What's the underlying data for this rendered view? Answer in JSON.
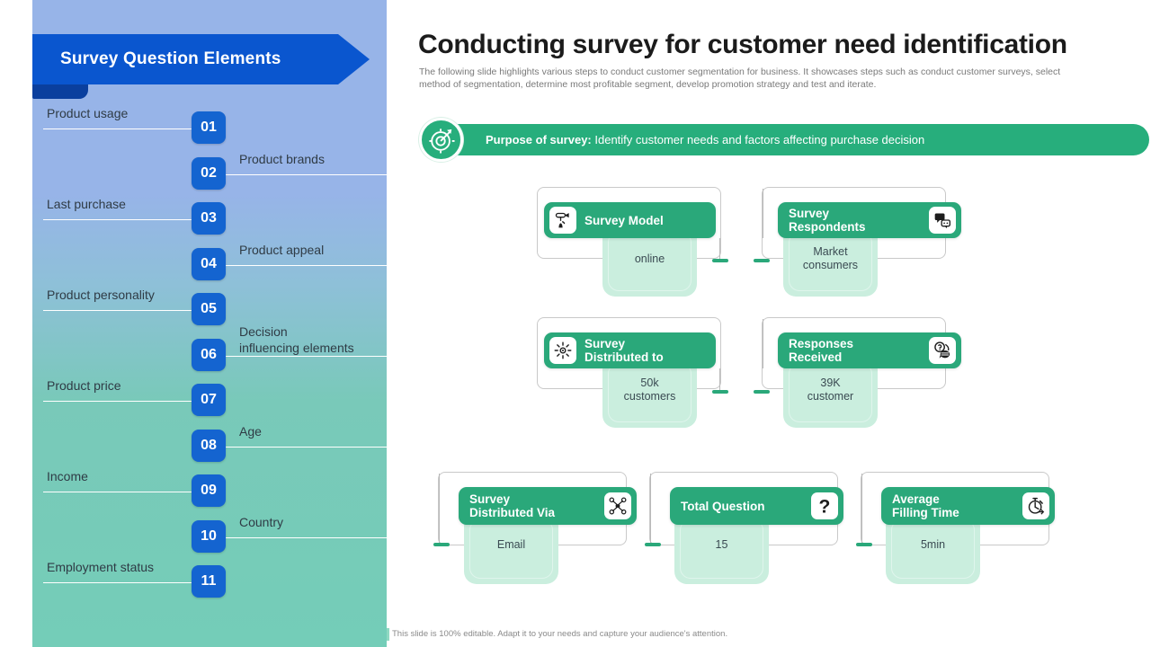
{
  "sidebar": {
    "header_title": "Survey Question Elements",
    "steps": [
      {
        "num": "01",
        "label": "Product usage",
        "side": "left"
      },
      {
        "num": "02",
        "label": "Product brands",
        "side": "right"
      },
      {
        "num": "03",
        "label": "Last purchase",
        "side": "left"
      },
      {
        "num": "04",
        "label": "Product appeal",
        "side": "right"
      },
      {
        "num": "05",
        "label": "Product personality",
        "side": "left"
      },
      {
        "num": "06",
        "label": "Decision\ninfluencing elements",
        "side": "right"
      },
      {
        "num": "07",
        "label": "Product price",
        "side": "left"
      },
      {
        "num": "08",
        "label": "Age",
        "side": "right"
      },
      {
        "num": "09",
        "label": "Income",
        "side": "left"
      },
      {
        "num": "10",
        "label": "Country",
        "side": "right"
      },
      {
        "num": "11",
        "label": "Employment status",
        "side": "left"
      }
    ]
  },
  "header": {
    "title": "Conducting survey for customer need identification",
    "subtitle": "The following slide  highlights various steps to conduct customer segmentation for business. It showcases steps such as conduct customer surveys, select method of segmentation, determine most profitable segment, develop promotion strategy and test and iterate."
  },
  "purpose": {
    "label": "Purpose of survey:",
    "text": " Identify  customer needs and factors affecting purchase decision",
    "icon": "target-dart-icon"
  },
  "cards": [
    {
      "title": "Survey Model",
      "value": "online",
      "icon": "hand-microphone-icon",
      "icon_side": "left"
    },
    {
      "title": "Survey\nRespondents",
      "value": "Market\nconsumers",
      "icon": "speech-bubbles-icon",
      "icon_side": "right"
    },
    {
      "title": "Survey\nDistributed to",
      "value": "50k\ncustomers",
      "icon": "sun-share-icon",
      "icon_side": "left"
    },
    {
      "title": "Responses\nReceived",
      "value": "39K\ncustomer",
      "icon": "question-chat-icon",
      "icon_side": "right"
    },
    {
      "title": "Survey\nDistributed Via",
      "value": "Email",
      "icon": "network-nodes-icon",
      "icon_side": "right"
    },
    {
      "title": "Total Question",
      "value": "15",
      "icon": "question-mark-icon",
      "icon_side": "right"
    },
    {
      "title": "Average\nFilling Time",
      "value": "5min",
      "icon": "stopwatch-icon",
      "icon_side": "right"
    }
  ],
  "footer": {
    "note": "This slide is 100% editable. Adapt it to your needs and capture your audience's attention."
  },
  "colors": {
    "accent_blue": "#0a56cf",
    "badge_blue": "#1464d0",
    "accent_green": "#27ae7c",
    "card_head_green": "#2aa87a",
    "card_body_mint": "#caeede",
    "sidebar_top": "#97b4e8",
    "sidebar_bottom": "#74cdb8"
  }
}
